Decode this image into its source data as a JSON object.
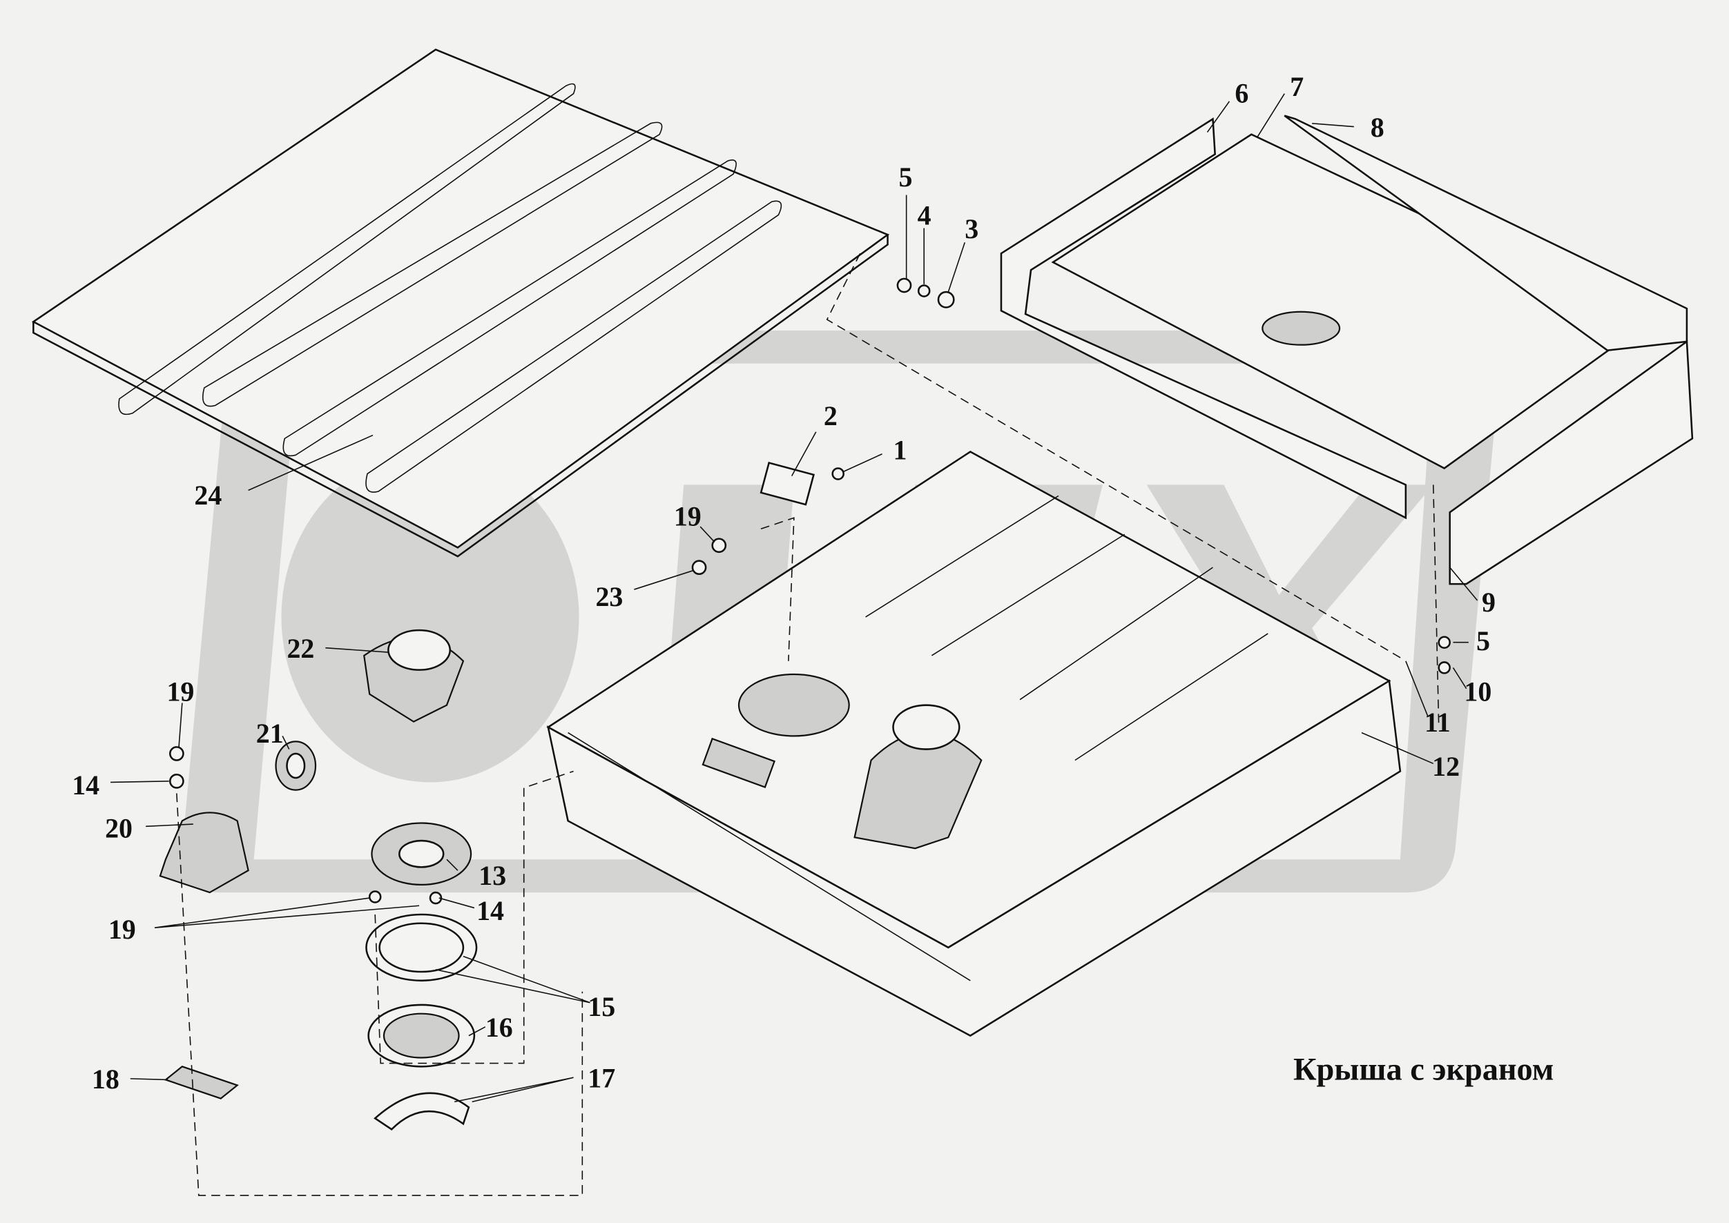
{
  "title": "Крыша с экраном",
  "watermark": "OPEX",
  "callouts": {
    "c1": "1",
    "c2": "2",
    "c3": "3",
    "c4": "4",
    "c5a": "5",
    "c5b": "5",
    "c6": "6",
    "c7": "7",
    "c8": "8",
    "c9": "9",
    "c10": "10",
    "c11": "11",
    "c12": "12",
    "c13": "13",
    "c14a": "14",
    "c14b": "14",
    "c15": "15",
    "c16": "16",
    "c17": "17",
    "c18": "18",
    "c19a": "19",
    "c19b": "19",
    "c19c": "19",
    "c20": "20",
    "c21": "21",
    "c22": "22",
    "c23": "23",
    "c24": "24"
  }
}
